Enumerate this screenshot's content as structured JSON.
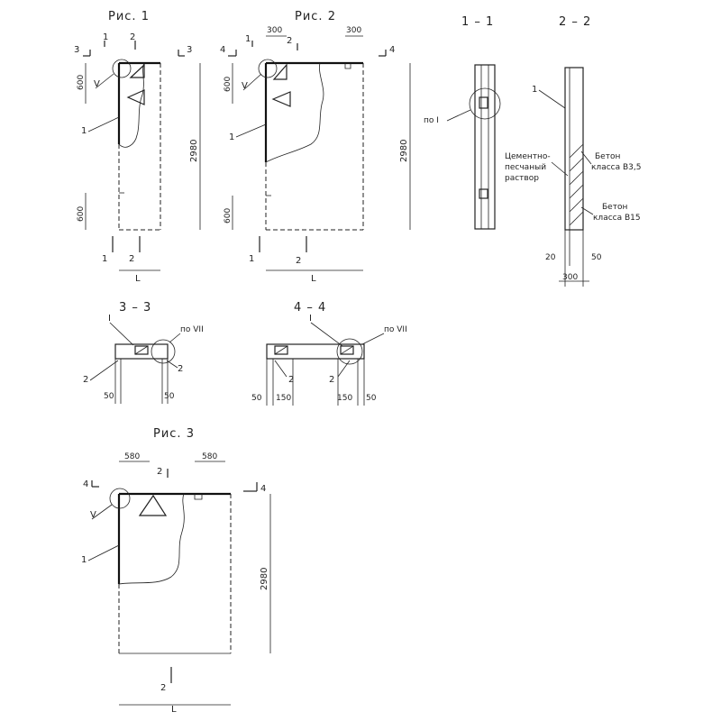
{
  "fig1": {
    "title": "Рис. 1",
    "sec3_left": "3",
    "sec3_right": "3",
    "dim_1_top": "1",
    "dim_2_top": "2",
    "dim_600_top": "600",
    "dim_600_bottom": "600",
    "height": "2980",
    "mark_V": "V",
    "callout_1": "1",
    "dim_1_bottom": "1",
    "dim_2_bottom": "2",
    "width": "L"
  },
  "fig2": {
    "title": "Рис. 2",
    "sec4_left": "4",
    "sec4_right": "4",
    "dim_1_top": "1",
    "dim_2_top": "2",
    "dim_300_left": "300",
    "dim_300_right": "300",
    "dim_600_top": "600",
    "dim_600_bottom": "600",
    "height": "2980",
    "mark_V": "V",
    "callout_1": "1",
    "dim_1_bottom": "1",
    "dim_2_bottom": "2",
    "width": "L"
  },
  "sec11": {
    "title": "1 – 1",
    "callout": "по I"
  },
  "sec22": {
    "title": "2 – 2",
    "callout_1": "1",
    "mortar_1": "Цементно-",
    "mortar_2": "песчаный",
    "mortar_3": "раствор",
    "concrete_top_1": "Бетон",
    "concrete_top_2": "класса В3,5",
    "concrete_bot_1": "Бетон",
    "concrete_bot_2": "класса В15",
    "dim_20": "20",
    "dim_50": "50",
    "dim_300": "300"
  },
  "sec33": {
    "title": "3 – 3",
    "mark_I": "I",
    "callout_vii": "по VII",
    "label_2_left": "2",
    "label_2_right": "2",
    "dim_50_left": "50",
    "dim_50_right": "50"
  },
  "sec44": {
    "title": "4 – 4",
    "mark_I": "I",
    "callout_vii": "по VII",
    "label_2_left": "2",
    "label_2_right": "2",
    "dim_50_left": "50",
    "dim_150_left": "150",
    "dim_150_right": "150",
    "dim_50_right": "50"
  },
  "fig3": {
    "title": "Рис. 3",
    "dim_580_left": "580",
    "dim_580_right": "580",
    "dim_2_top": "2",
    "sec4_left": "4",
    "sec4_right": "4",
    "mark_V": "V",
    "callout_1": "1",
    "height": "2980",
    "dim_2_bottom": "2",
    "width": "L"
  }
}
